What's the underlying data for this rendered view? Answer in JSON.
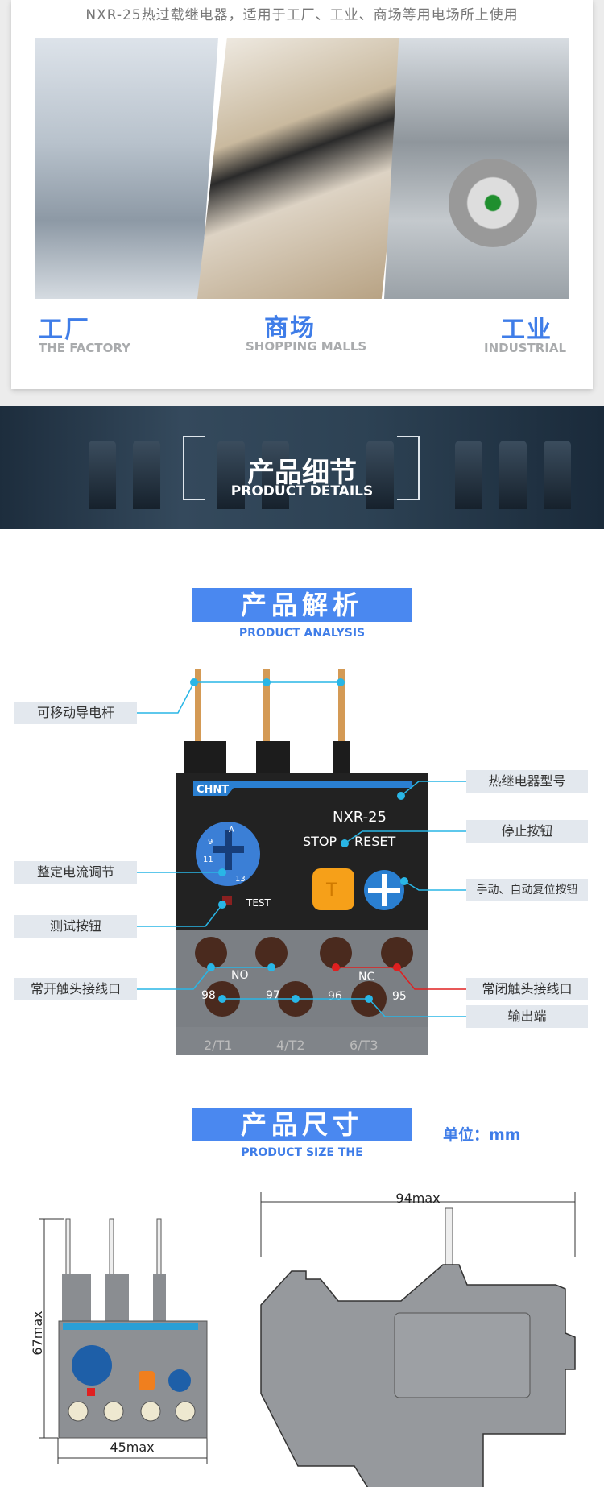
{
  "intro": "NXR-25热过载继电器，适用于工厂、工业、商场等用电场所上使用",
  "applications": [
    {
      "cn": "工厂",
      "en": "THE FACTORY"
    },
    {
      "cn": "商场",
      "en": "SHOPPING MALLS"
    },
    {
      "cn": "工业",
      "en": "INDUSTRIAL"
    }
  ],
  "details_banner": {
    "title": "产品细节",
    "subtitle": "PRODUCT DETAILS"
  },
  "analysis": {
    "title": "产品解析",
    "subtitle": "PRODUCT ANALYSIS",
    "left_labels": [
      "可移动导电杆",
      "整定电流调节",
      "测试按钮",
      "常开触头接线口"
    ],
    "right_labels": [
      "热继电器型号",
      "停止按钮",
      "手动、自动复位按钮",
      "常闭触头接线口",
      "输出端"
    ],
    "product": {
      "brand": "CHNT",
      "model": "NXR-25",
      "stop": "STOP",
      "reset": "RESET",
      "test": "TEST",
      "dial": [
        "A",
        "9",
        "11",
        "13"
      ],
      "no": "NO",
      "nc": "NC",
      "contacts": [
        "98",
        "97",
        "96",
        "95"
      ],
      "terminals": [
        "2/T1",
        "4/T2",
        "6/T3"
      ],
      "t_button": "T"
    }
  },
  "size": {
    "title": "产品尺寸",
    "subtitle": "PRODUCT SIZE THE",
    "unit": "单位：mm",
    "height": "67max",
    "width": "45max",
    "depth": "94max"
  },
  "colors": {
    "accent": "#4a88f0",
    "callout": "#29b6e6",
    "nc_callout": "#e02020"
  }
}
